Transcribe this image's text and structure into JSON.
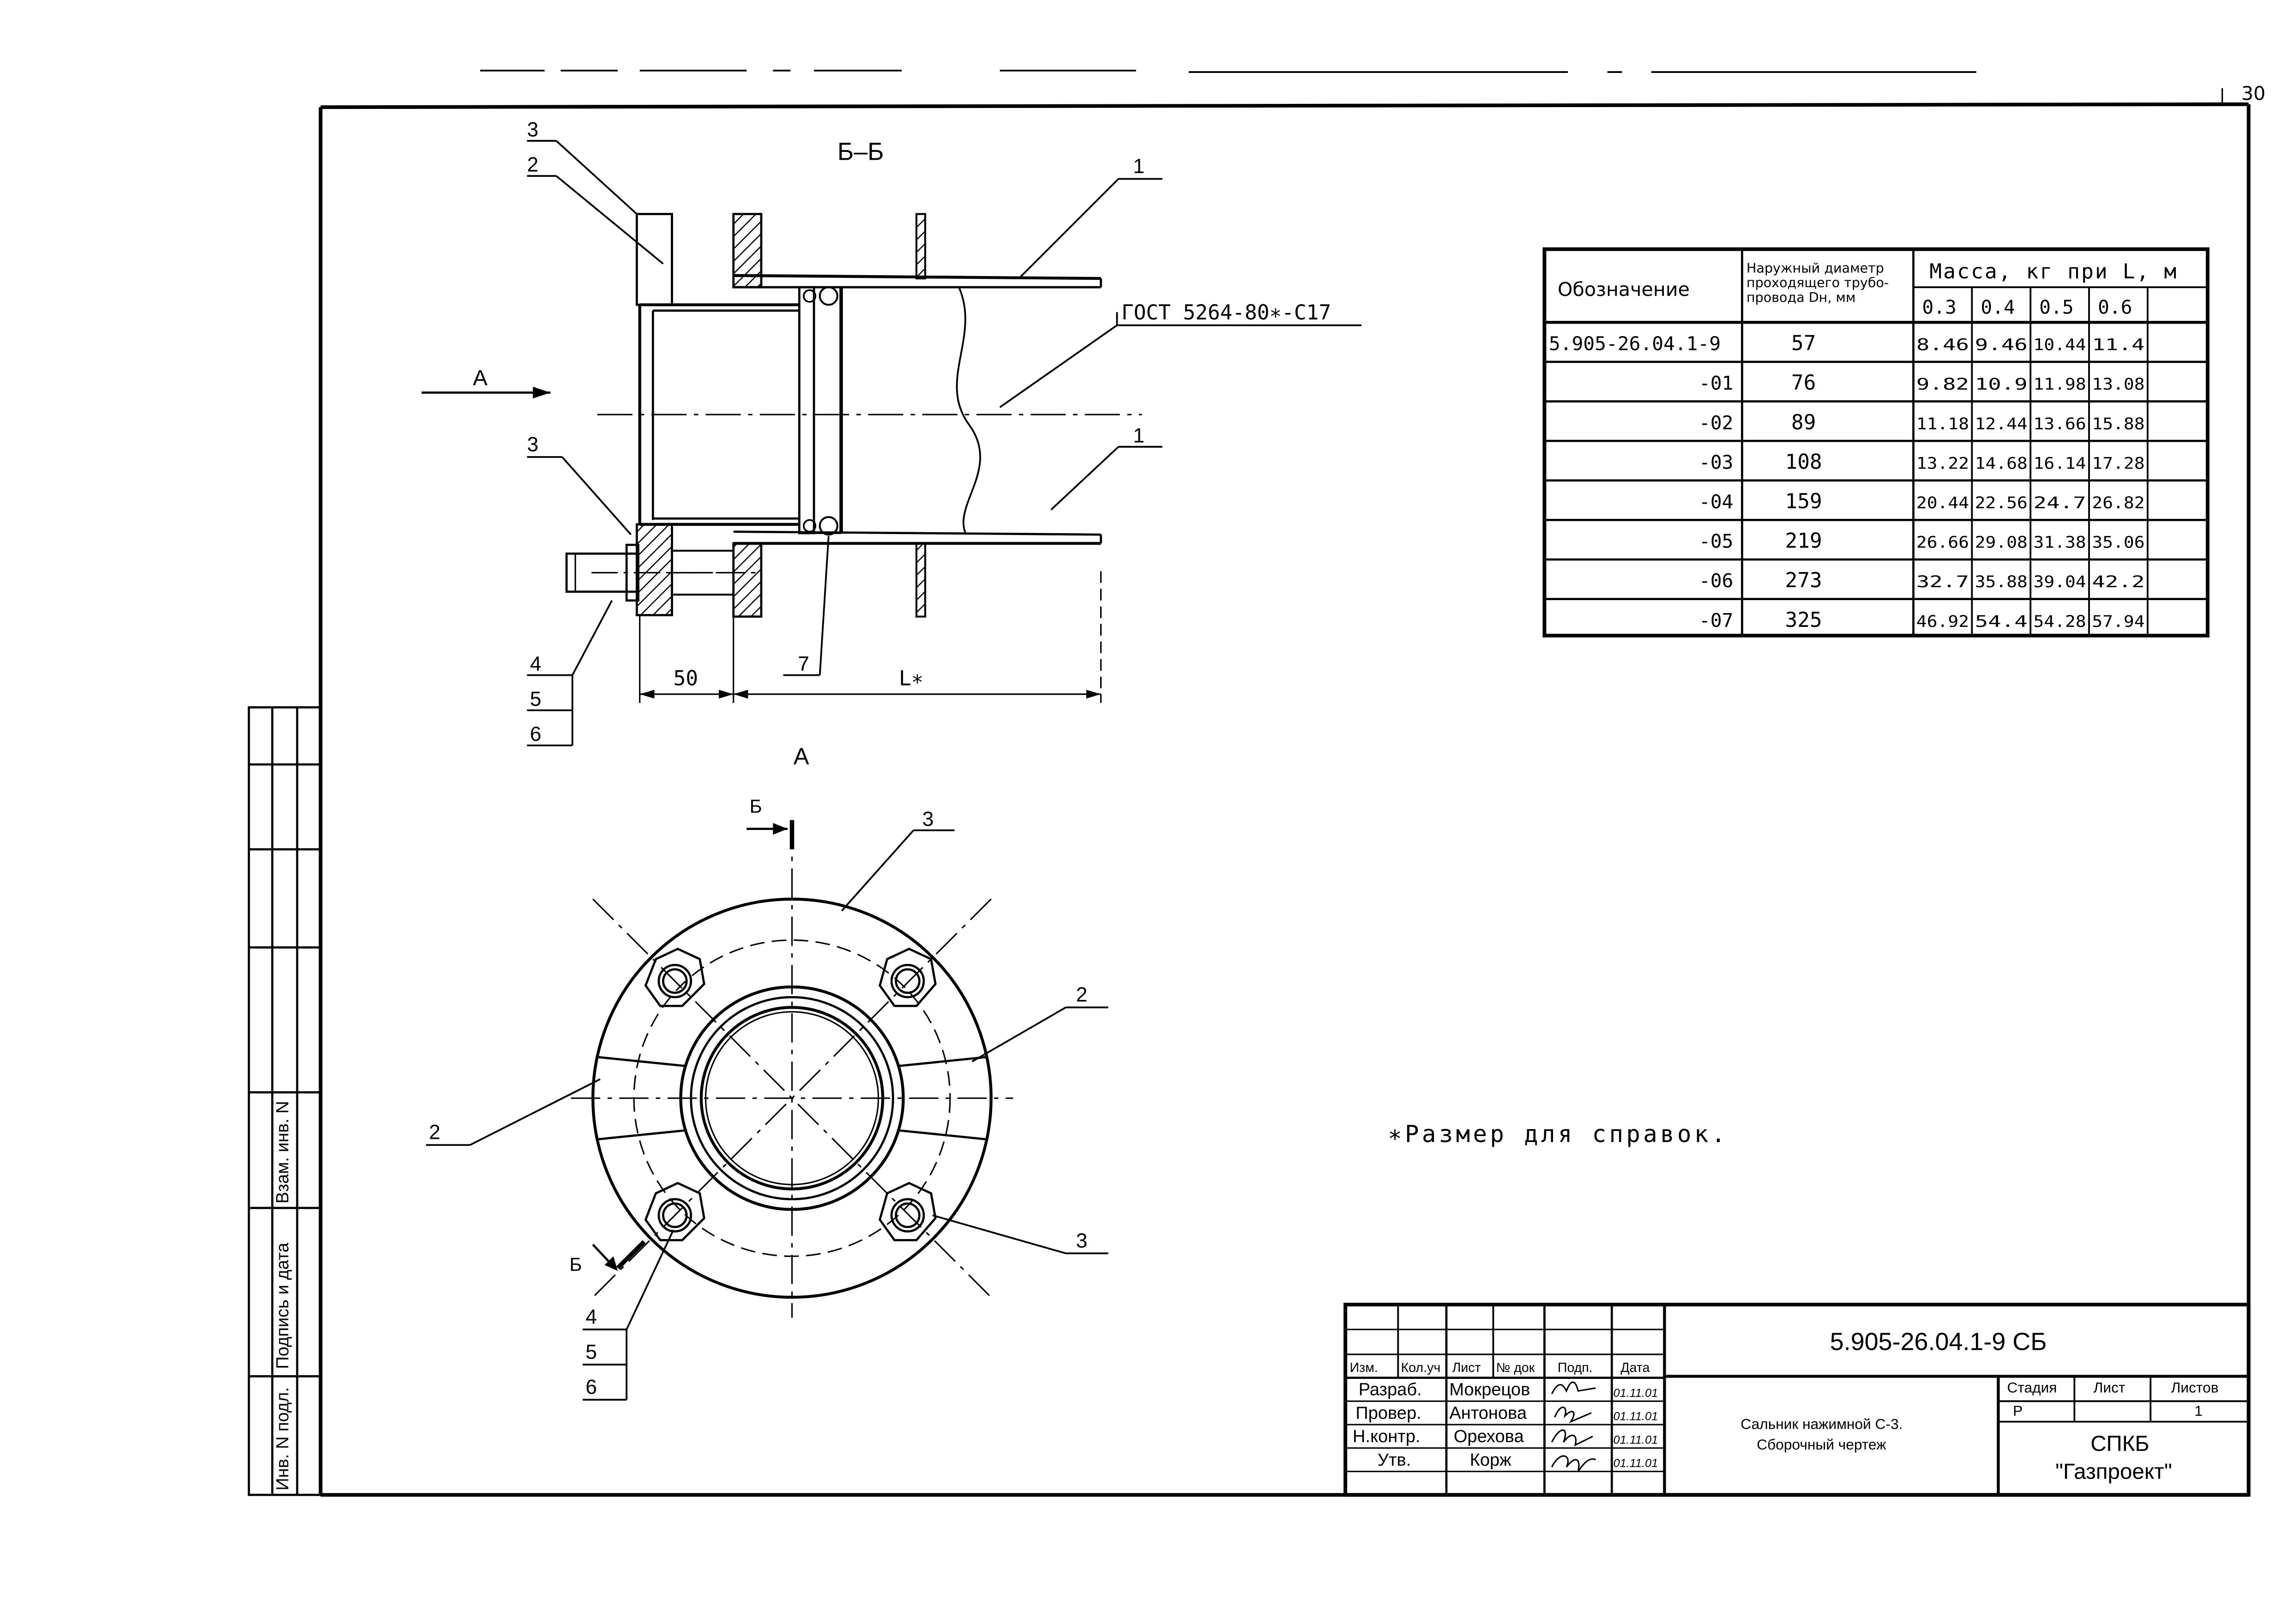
{
  "page_number": "30",
  "sections": {
    "section_bb": "Б–Б",
    "view_a_arrow": "А",
    "view_a_title": "А",
    "cut_mark_top": "Б",
    "cut_mark_bottom": "Б"
  },
  "callouts": {
    "top_section": [
      "3",
      "2",
      "1",
      "1",
      "3",
      "4",
      "5",
      "6",
      "7"
    ],
    "bottom_view": [
      "3",
      "2",
      "2",
      "3",
      "4",
      "5",
      "6"
    ]
  },
  "dimensions": {
    "dim_50": "50",
    "dim_L": "L∗"
  },
  "gost_label": "ГОСТ 5264-80∗-С17",
  "note": "∗Размер для справок.",
  "mass_table": {
    "header_designation": "Обозначение",
    "header_diameter": [
      "Наружный диаметр",
      "проходящего трубо-",
      "провода Dн, мм"
    ],
    "header_mass": "Масса, кг при L, м",
    "l_values": [
      "0.3",
      "0.4",
      "0.5",
      "0.6"
    ],
    "rows": [
      {
        "designation": "5.905-26.04.1-9",
        "diameter": "57",
        "mass": [
          "8.46",
          "9.46",
          "10.44",
          "11.4"
        ]
      },
      {
        "designation": "-01",
        "diameter": "76",
        "mass": [
          "9.82",
          "10.9",
          "11.98",
          "13.08"
        ]
      },
      {
        "designation": "-02",
        "diameter": "89",
        "mass": [
          "11.18",
          "12.44",
          "13.66",
          "15.88"
        ]
      },
      {
        "designation": "-03",
        "diameter": "108",
        "mass": [
          "13.22",
          "14.68",
          "16.14",
          "17.28"
        ]
      },
      {
        "designation": "-04",
        "diameter": "159",
        "mass": [
          "20.44",
          "22.56",
          "24.7",
          "26.82"
        ]
      },
      {
        "designation": "-05",
        "diameter": "219",
        "mass": [
          "26.66",
          "29.08",
          "31.38",
          "35.06"
        ]
      },
      {
        "designation": "-06",
        "diameter": "273",
        "mass": [
          "32.7",
          "35.88",
          "39.04",
          "42.2"
        ]
      },
      {
        "designation": "-07",
        "diameter": "325",
        "mass": [
          "46.92",
          "54.4",
          "54.28",
          "57.94"
        ]
      }
    ]
  },
  "left_stamp": {
    "col1": "Инв. N подл.",
    "col2": "Подпись и дата",
    "col3": "Взам. инв. N"
  },
  "title_block": {
    "code": "5.905-26.04.1-9 СБ",
    "headers": [
      "Изм.",
      "Кол.уч",
      "Лист",
      "№ док",
      "Подп.",
      "Дата"
    ],
    "people": [
      {
        "role": "Разраб.",
        "name": "Мокрецов",
        "date": "01.11.01"
      },
      {
        "role": "Провер.",
        "name": "Антонова",
        "date": "01.11.01"
      },
      {
        "role": "Н.контр.",
        "name": "Орехова",
        "date": "01.11.01"
      },
      {
        "role": "Утв.",
        "name": "Корж",
        "date": "01.11.01"
      }
    ],
    "title_line1": "Сальник нажимной С-3.",
    "title_line2": "Сборочный чертеж",
    "stage_header": "Стадия",
    "sheet_header": "Лист",
    "sheets_header": "Листов",
    "stage": "Р",
    "sheets": "1",
    "org_line1": "СПКБ",
    "org_line2": "\"Газпроект\""
  }
}
